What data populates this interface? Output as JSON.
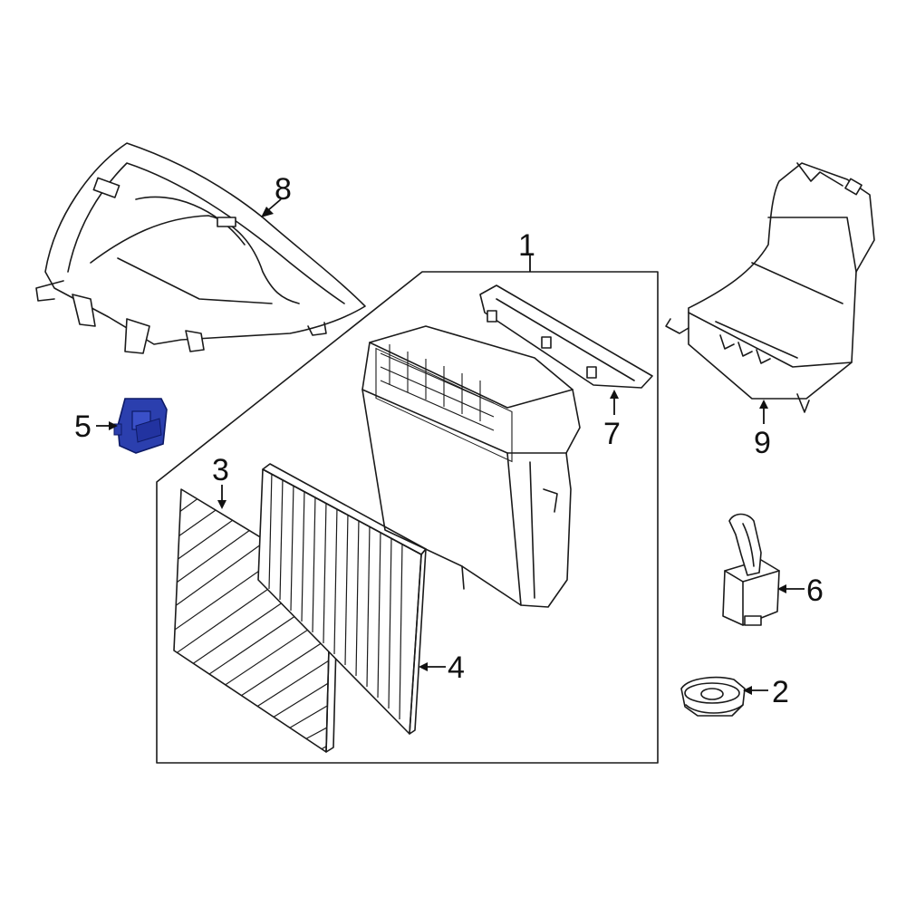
{
  "callouts": {
    "c1": "1",
    "c2": "2",
    "c3": "3",
    "c4": "4",
    "c5": "5",
    "c6": "6",
    "c7": "7",
    "c8": "8",
    "c9": "9"
  },
  "colors": {
    "highlight": "#2b3fae",
    "line": "#1a1a1a",
    "background": "#ffffff"
  }
}
